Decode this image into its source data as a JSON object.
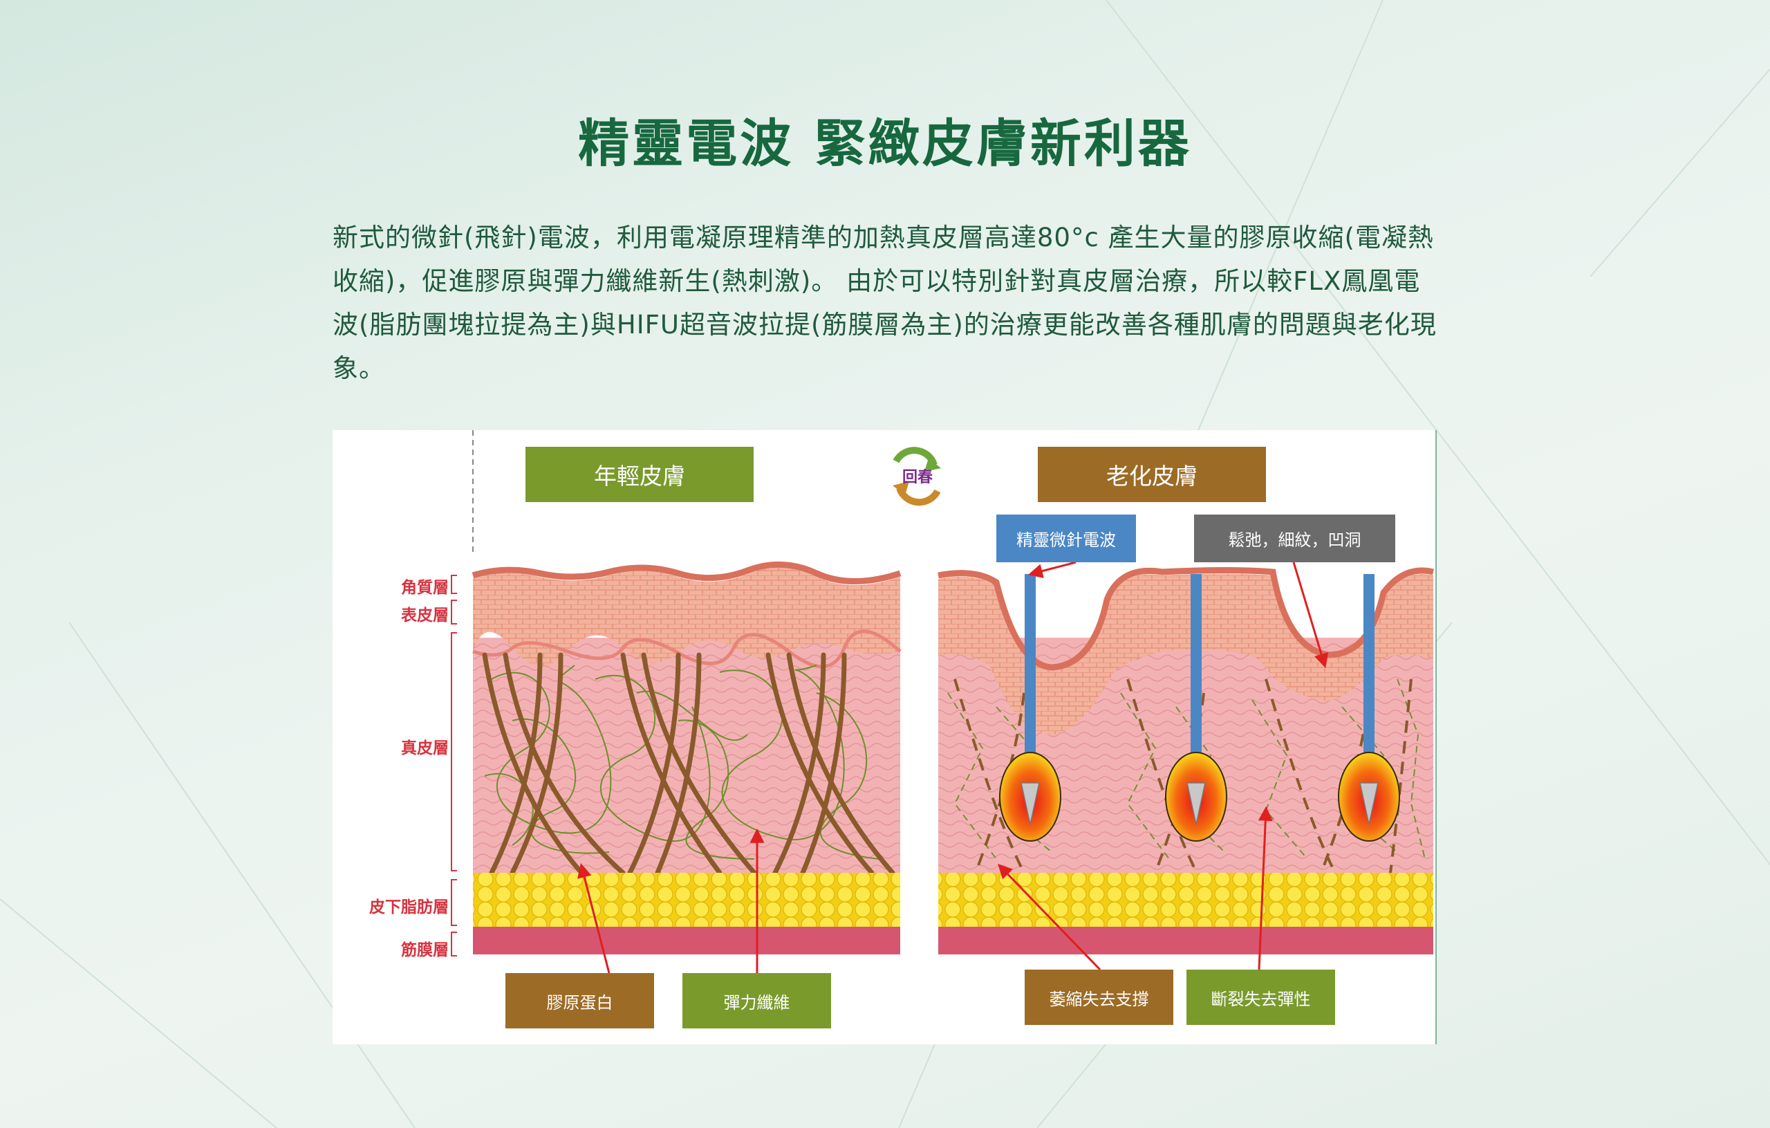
{
  "title": "精靈電波  緊緻皮膚新利器",
  "description": "新式的微針(飛針)電波，利用電凝原理精準的加熱真皮層高達80°c 產生大量的膠原收縮(電凝熱收縮)，促進膠原與彈力纖維新生(熱刺激)。 由於可以特別針對真皮層治療，所以較FLX鳳凰電波(脂肪團塊拉提為主)與HIFU超音波拉提(筋膜層為主)的治療更能改善各種肌膚的問題與老化現象。",
  "diagram": {
    "young_header": "年輕皮膚",
    "aged_header": "老化皮膚",
    "rejuvenate_label": "回春",
    "layers": [
      "角質層",
      "表皮層",
      "真皮層",
      "皮下脂肪層",
      "筋膜層"
    ],
    "top_callouts": [
      "精靈微針電波",
      "鬆弛，細紋，凹洞"
    ],
    "bottom_callouts": [
      "膠原蛋白",
      "彈力纖維",
      "萎縮失去支撐",
      "斷裂失去彈性"
    ],
    "colors": {
      "title_green": "#17683f",
      "young_green": "#7a9a2c",
      "aged_brown": "#9c6b25",
      "needle_blue": "#4b87c4",
      "grey_box": "#6b6b6b",
      "label_red": "#d8323e"
    }
  }
}
